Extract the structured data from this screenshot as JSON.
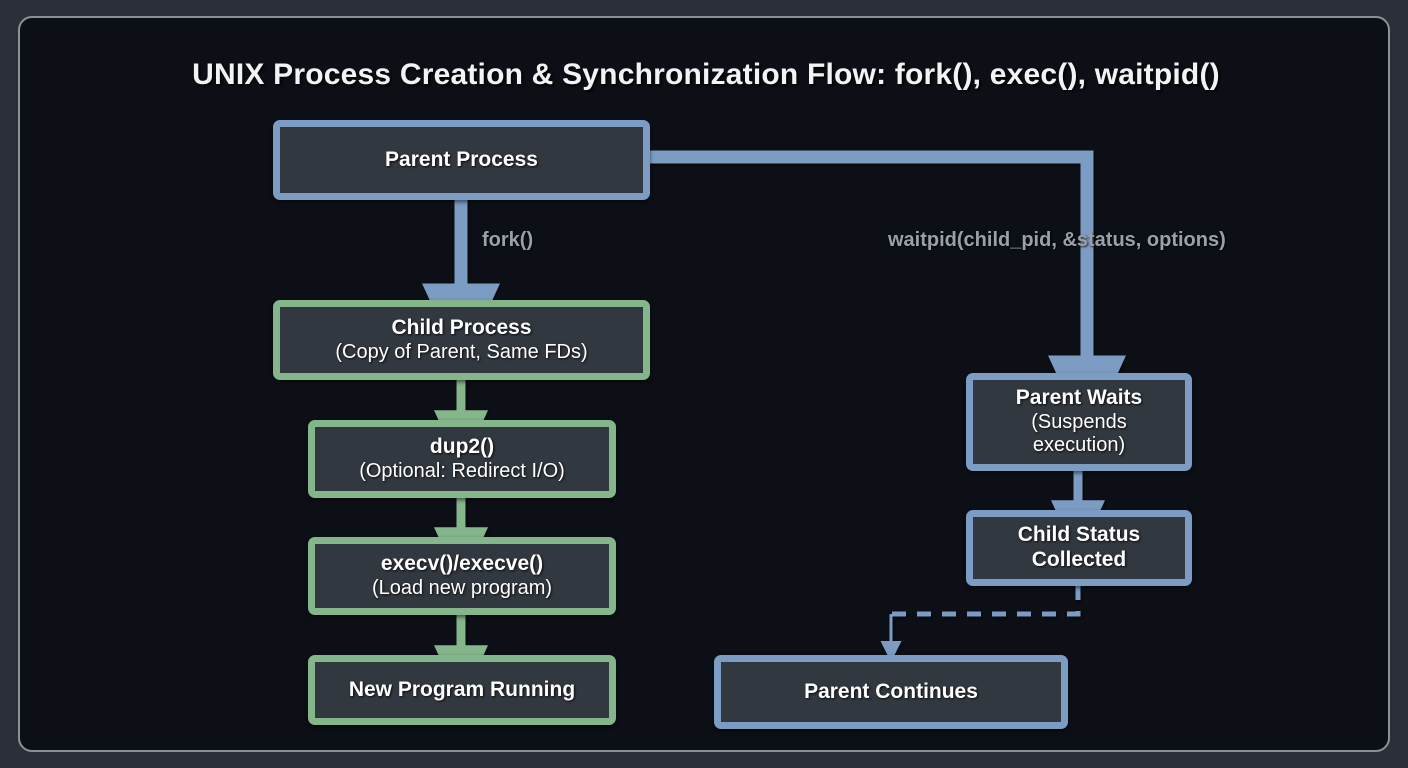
{
  "diagram": {
    "title": "UNIX Process Creation & Synchronization Flow: fork(), exec(), waitpid()",
    "type": "flowchart",
    "theme": {
      "page_background": "#2b3038",
      "panel_background": "#0c1016",
      "panel_border": "#8a9199",
      "node_fill": "#32383f",
      "parent_accent": "#7c9cc4",
      "child_accent": "#85b58b",
      "title_color": "#f2f3f5",
      "edge_label_color": "#9aa0a8"
    },
    "nodes": [
      {
        "id": "parent_process",
        "title": "Parent Process",
        "subtitle": "",
        "accent": "blue",
        "column": "left"
      },
      {
        "id": "child_process",
        "title": "Child Process",
        "subtitle": "(Copy of Parent, Same FDs)",
        "accent": "green",
        "column": "left"
      },
      {
        "id": "dup2",
        "title": "dup2()",
        "subtitle": "(Optional: Redirect I/O)",
        "accent": "green",
        "column": "left"
      },
      {
        "id": "execv",
        "title": "execv()/execve()",
        "subtitle": "(Load new program)",
        "accent": "green",
        "column": "left"
      },
      {
        "id": "new_program",
        "title": "New Program Running",
        "subtitle": "",
        "accent": "green",
        "column": "left"
      },
      {
        "id": "parent_waits",
        "title": "Parent Waits",
        "subtitle": "(Suspends execution)",
        "accent": "blue",
        "column": "right"
      },
      {
        "id": "child_status",
        "title": "Child Status Collected",
        "subtitle": "",
        "accent": "blue",
        "column": "right"
      },
      {
        "id": "parent_continues",
        "title": "Parent Continues",
        "subtitle": "",
        "accent": "blue",
        "column": "right"
      }
    ],
    "edges": [
      {
        "from": "parent_process",
        "to": "child_process",
        "label": "fork()",
        "style": "solid",
        "color": "#7c9cc4"
      },
      {
        "from": "parent_process",
        "to": "parent_waits",
        "label": "waitpid(child_pid, &status, options)",
        "style": "solid",
        "color": "#7c9cc4"
      },
      {
        "from": "child_process",
        "to": "dup2",
        "label": "",
        "style": "solid",
        "color": "#85b58b"
      },
      {
        "from": "dup2",
        "to": "execv",
        "label": "",
        "style": "solid",
        "color": "#85b58b"
      },
      {
        "from": "execv",
        "to": "new_program",
        "label": "",
        "style": "solid",
        "color": "#85b58b"
      },
      {
        "from": "parent_waits",
        "to": "child_status",
        "label": "",
        "style": "solid",
        "color": "#7c9cc4"
      },
      {
        "from": "child_status",
        "to": "parent_continues",
        "label": "",
        "style": "dashed",
        "color": "#7c9cc4"
      }
    ]
  }
}
